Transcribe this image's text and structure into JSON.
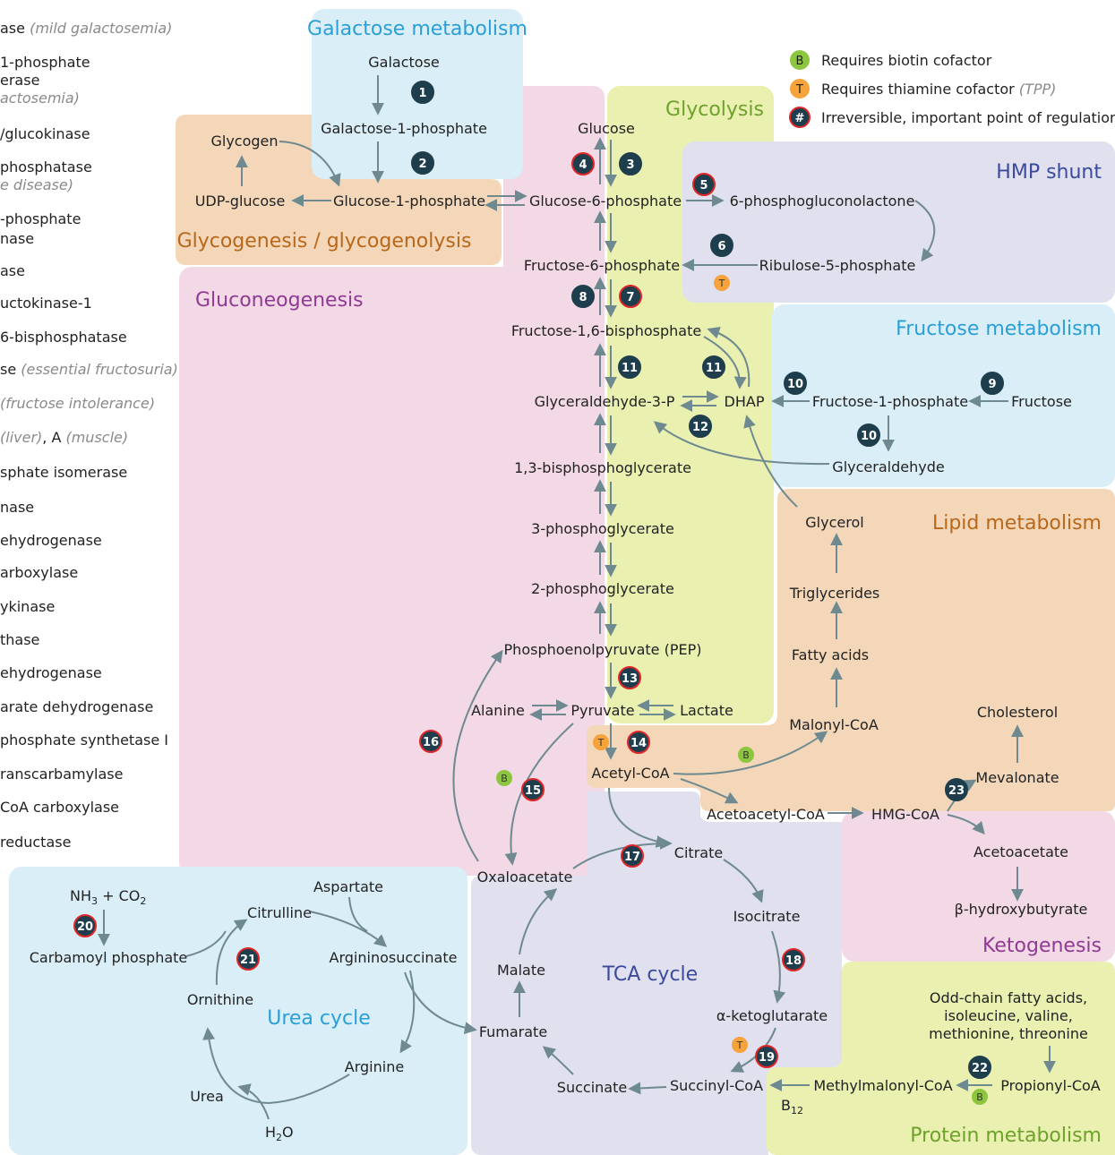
{
  "enzyme_list": [
    {
      "text": "ase ",
      "note": "(mild galactosemia)"
    },
    {
      "text": "1-phosphate"
    },
    {
      "text": "erase"
    },
    {
      "text": "",
      "note": "actosemia)"
    },
    {
      "text": "/glucokinase"
    },
    {
      "text": "phosphatase"
    },
    {
      "text": "",
      "note": "e disease)"
    },
    {
      "text": "-phosphate"
    },
    {
      "text": "nase"
    },
    {
      "text": "ase"
    },
    {
      "text": "uctokinase-1"
    },
    {
      "text": "6-bisphosphatase"
    },
    {
      "text": "se ",
      "note": "(essential fructosuria)"
    },
    {
      "text": "",
      "note": "(fructose intolerance)"
    },
    {
      "text": "",
      "note": "(liver)",
      "tail": ", A ",
      "note2": "(muscle)"
    },
    {
      "text": "sphate isomerase"
    },
    {
      "text": "nase"
    },
    {
      "text": "ehydrogenase"
    },
    {
      "text": "arboxylase"
    },
    {
      "text": "ykinase"
    },
    {
      "text": "thase"
    },
    {
      "text": "ehydrogenase"
    },
    {
      "text": "arate dehydrogenase"
    },
    {
      "text": "phosphate synthetase I"
    },
    {
      "text": "ranscarbamylase"
    },
    {
      "text": "CoA carboxylase"
    },
    {
      "text": "reductase"
    }
  ],
  "legend": {
    "biotin_symbol": "B",
    "biotin_label": "Requires biotin cofactor",
    "thiamine_symbol": "T",
    "thiamine_label": "Requires thiamine cofactor",
    "thiamine_note": "(TPP)",
    "regulation_symbol": "#",
    "regulation_label": "Irreversible, important point of regulation"
  },
  "regions": {
    "galactose": "Galactose metabolism",
    "glycolysis": "Glycolysis",
    "glycogen": "Glycogenesis / glycogenolysis",
    "gluconeogenesis": "Gluconeogenesis",
    "hmp": "HMP shunt",
    "fructose": "Fructose metabolism",
    "lipid": "Lipid metabolism",
    "ketogenesis": "Ketogenesis",
    "tca": "TCA cycle",
    "urea": "Urea cycle",
    "protein": "Protein metabolism"
  },
  "metabolites": {
    "galactose": "Galactose",
    "galactose_1p": "Galactose-1-phosphate",
    "glycogen": "Glycogen",
    "udp_glucose": "UDP-glucose",
    "glucose_1p": "Glucose-1-phosphate",
    "glucose": "Glucose",
    "glucose_6p": "Glucose-6-phosphate",
    "phosphogluconolactone": "6-phosphogluconolactone",
    "ribulose_5p": "Ribulose-5-phosphate",
    "fructose_6p": "Fructose-6-phosphate",
    "fructose_16bp": "Fructose-1,6-bisphosphate",
    "glyceraldehyde_3p": "Glyceraldehyde-3-P",
    "dhap": "DHAP",
    "fructose_1p": "Fructose-1-phosphate",
    "fructose": "Fructose",
    "glyceraldehyde": "Glyceraldehyde",
    "bpg_13": "1,3-bisphosphoglycerate",
    "pg3": "3-phosphoglycerate",
    "pg2": "2-phosphoglycerate",
    "pep": "Phosphoenolpyruvate (PEP)",
    "glycerol": "Glycerol",
    "triglycerides": "Triglycerides",
    "fatty_acids": "Fatty acids",
    "alanine": "Alanine",
    "pyruvate": "Pyruvate",
    "lactate": "Lactate",
    "malonyl_coa": "Malonyl-CoA",
    "cholesterol": "Cholesterol",
    "acetyl_coa": "Acetyl-CoA",
    "mevalonate": "Mevalonate",
    "acetoacetyl_coa": "Acetoacetyl-CoA",
    "hmg_coa": "HMG-CoA",
    "acetoacetate": "Acetoacetate",
    "hydroxybutyrate": "β-hydroxybutyrate",
    "citrate": "Citrate",
    "oxaloacetate": "Oxaloacetate",
    "isocitrate": "Isocitrate",
    "malate": "Malate",
    "akg": "α-ketoglutarate",
    "fumarate": "Fumarate",
    "succinate": "Succinate",
    "succinyl_coa": "Succinyl-CoA",
    "b12": "B",
    "b12_sub": "12",
    "methylmalonyl_coa": "Methylmalonyl-CoA",
    "propionyl_coa": "Propionyl-CoA",
    "odd_chain_1": "Odd-chain fatty acids,",
    "odd_chain_2": "isoleucine, valine,",
    "odd_chain_3": "methionine, threonine",
    "nh3": "NH",
    "nh3_sub": "3",
    "plus_co2": " + CO",
    "co2_sub": "2",
    "carbamoyl_phosphate": "Carbamoyl phosphate",
    "aspartate": "Aspartate",
    "citrulline": "Citrulline",
    "argininosuccinate": "Argininosuccinate",
    "ornithine": "Ornithine",
    "arginine": "Arginine",
    "urea": "Urea",
    "h2o": "H",
    "h2o_sub": "2",
    "h2o_o": "O"
  },
  "steps": {
    "s1": "1",
    "s2": "2",
    "s3": "3",
    "s4": "4",
    "s5": "5",
    "s6": "6",
    "s7": "7",
    "s8": "8",
    "s9": "9",
    "s10": "10",
    "s10b": "10",
    "s11": "11",
    "s11b": "11",
    "s12": "12",
    "s13": "13",
    "s14": "14",
    "s15": "15",
    "s16": "16",
    "s17": "17",
    "s18": "18",
    "s19": "19",
    "s20": "20",
    "s21": "21",
    "s22": "22",
    "s23": "23"
  },
  "cofactors": {
    "thiamine": "T",
    "biotin": "B"
  },
  "colors": {
    "galactose_bg": "#daeef8",
    "glycolysis_bg": "#eaf0b0",
    "glycogen_bg": "#f3d7b8",
    "gluconeo_bg": "#f3d9e6",
    "hmp_bg": "#e0e0ee",
    "fructose_bg": "#daeef8",
    "lipid_bg": "#f3d7b8",
    "keto_bg": "#f3d9e6",
    "tca_bg": "#e0e0ee",
    "urea_bg": "#daeef8",
    "protein_bg": "#eaf0b0",
    "title_blue": "#2a9fd6",
    "title_green": "#6ea02c",
    "title_brown": "#b8671b",
    "title_purple": "#8f3a93",
    "title_navy": "#3b4a9c",
    "badge_dark": "#1f3e4d",
    "badge_red_ring": "#e02626",
    "biotin": "#8cc63f",
    "thiamine": "#f5a33a",
    "arrow": "#6e8a90"
  }
}
